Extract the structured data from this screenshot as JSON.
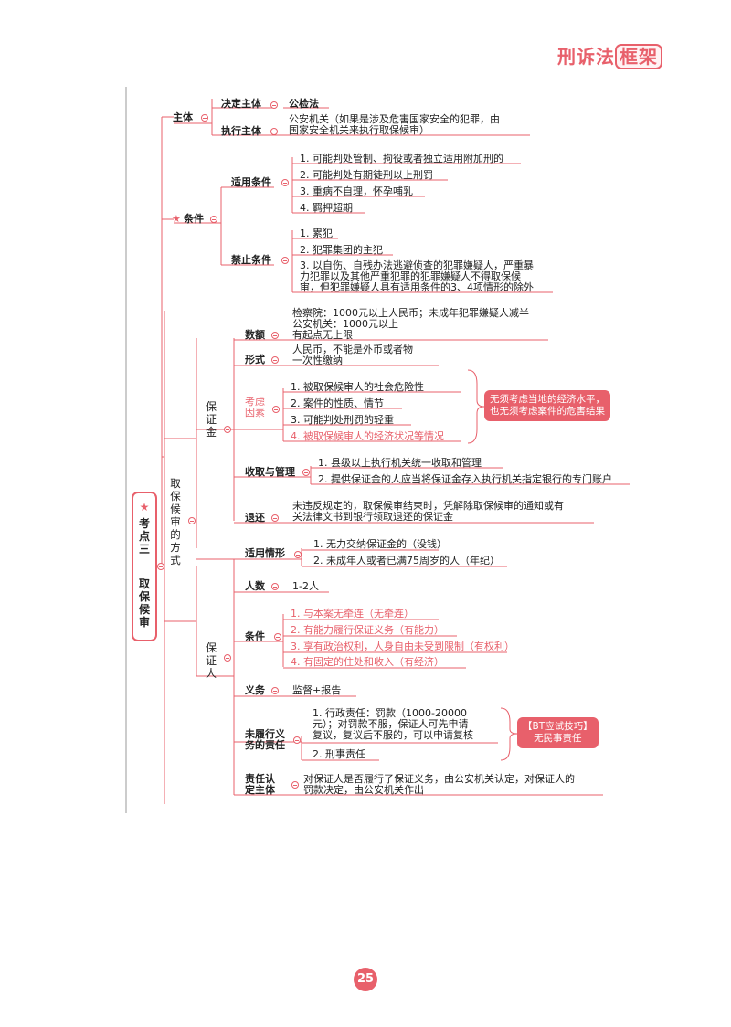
{
  "header": {
    "logo_text": "刑诉法",
    "logo_frame_text": "框架"
  },
  "root": {
    "star": "★",
    "title": "考点三",
    "subtitle": "取保候审"
  },
  "subject": {
    "label": "主体",
    "decision": {
      "label": "决定主体",
      "value": "公检法"
    },
    "execution": {
      "label": "执行主体",
      "lines": [
        "公安机关（如果是涉及危害国家安全的犯罪，由",
        "国家安全机关来执行取保候审）"
      ]
    }
  },
  "conditions": {
    "star": "★",
    "label": "条件",
    "applicable": {
      "label": "适用条件",
      "items": [
        "1. 可能判处管制、拘役或者独立适用附加刑的",
        "2. 可能判处有期徒刑以上刑罚",
        "3. 重病不自理，怀孕哺乳",
        "4. 羁押超期"
      ]
    },
    "prohibited": {
      "label": "禁止条件",
      "items": [
        "1. 累犯",
        "2. 犯罪集团的主犯"
      ],
      "item3_lines": [
        "3. 以自伤、自残办法逃避侦查的犯罪嫌疑人，严重暴",
        "力犯罪以及其他严重犯罪的犯罪嫌疑人不得取保候",
        "审，但犯罪嫌疑人具有适用条件的3、4项情形的除外"
      ]
    }
  },
  "methods": {
    "label": "取保候审的方式",
    "bail_money": {
      "label": "保证金",
      "amount": {
        "label": "数额",
        "lines": [
          "检察院：1000元以上人民币；未成年犯罪嫌疑人减半",
          "公安机关：1000元以上",
          "有起点无上限"
        ]
      },
      "form": {
        "label": "形式",
        "lines": [
          "人民币，不能是外币或者物",
          "一次性缴纳"
        ]
      },
      "factors": {
        "label_lines": [
          "考虑",
          "因素"
        ],
        "items": [
          "1. 被取保候审人的社会危险性",
          "2. 案件的性质、情节",
          "3. 可能判处刑罚的轻重",
          "4. 被取保候审人的经济状况等情况"
        ],
        "note_lines": [
          "无须考虑当地的经济水平，",
          "也无须考虑案件的危害结果"
        ]
      },
      "management": {
        "label": "收取与管理",
        "items": [
          "1. 县级以上执行机关统一收取和管理",
          "2. 提供保证金的人应当将保证金存入执行机关指定银行的专门账户"
        ]
      },
      "refund": {
        "label": "退还",
        "lines": [
          "未违反规定的，取保候审结束时，凭解除取保候审的通知或有",
          "关法律文书到银行领取退还的保证金"
        ]
      }
    },
    "guarantor": {
      "label": "保证人",
      "situations": {
        "label": "适用情形",
        "items": [
          "1. 无力交纳保证金的（没钱）",
          "2. 未成年人或者已满75周岁的人（年纪）"
        ]
      },
      "count": {
        "label": "人数",
        "value": "1-2人"
      },
      "conditions": {
        "label": "条件",
        "items": [
          "1. 与本案无牵连（无牵连）",
          "2. 有能力履行保证义务（有能力）",
          "3. 享有政治权利，人身自由未受到限制（有权利）",
          "4. 有固定的住处和收入（有经济）"
        ]
      },
      "duty": {
        "label": "义务",
        "value": "监督+报告"
      },
      "liability": {
        "label_lines": [
          "未履行义",
          "务的责任"
        ],
        "item1_lines": [
          "1. 行政责任：罚款（1000-20000",
          "元）；对罚款不服，保证人可先申请",
          "复议，复议后不服的，可以申请复核"
        ],
        "item2": "2. 刑事责任",
        "tip_lines": [
          "【BT应试技巧】",
          "无民事责任"
        ]
      },
      "authority": {
        "label_lines": [
          "责任认",
          "定主体"
        ],
        "lines": [
          "对保证人是否履行了保证义务，由公安机关认定，对保证人的",
          "罚款决定，由公安机关作出"
        ]
      }
    }
  },
  "page_number": "25",
  "colors": {
    "accent": "#e8606b",
    "text": "#222222"
  }
}
